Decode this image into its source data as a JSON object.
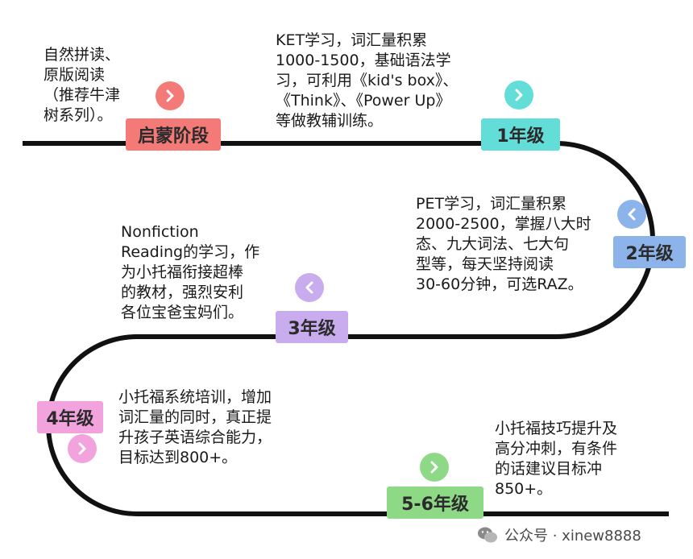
{
  "colors": {
    "line": "#111111",
    "stage_red": "#f47a78",
    "stage_cyan": "#63ddd8",
    "stage_blue": "#8db4ea",
    "stage_purple": "#c8acee",
    "stage_pink": "#f2a3de",
    "stage_green": "#8ed986"
  },
  "stages": [
    {
      "id": "qimeng",
      "label": "启蒙阶段",
      "color": "#f47a78",
      "arrow_icon": "chevron-right-icon",
      "description": "自然拼读、\n原版阅读\n（推荐牛津\n树系列）。"
    },
    {
      "id": "grade1",
      "label": "1年级",
      "color": "#63ddd8",
      "arrow_icon": "chevron-right-icon",
      "description": "KET学习，词汇量积累\n1000-1500，基础语法学\n习，可利用《kid's box》、\n《Think》、《Power Up》\n等做教辅训练。"
    },
    {
      "id": "grade2",
      "label": "2年级",
      "color": "#8db4ea",
      "arrow_icon": "chevron-left-icon",
      "description": "PET学习，词汇量积累\n2000-2500，掌握八大时\n态、九大词法、七大句\n型等，每天坚持阅读\n30-60分钟，可选RAZ。"
    },
    {
      "id": "grade3",
      "label": "3年级",
      "color": "#c8acee",
      "arrow_icon": "chevron-left-icon",
      "description": "Nonfiction\nReading的学习，作\n为小托福衔接超棒\n的教材，强烈安利\n各位宝爸宝妈们。"
    },
    {
      "id": "grade4",
      "label": "4年级",
      "color": "#f2a3de",
      "arrow_icon": "chevron-right-icon",
      "description": "小托福系统培训，增加\n词汇量的同时，真正提\n升孩子英语综合能力，\n目标达到800+。"
    },
    {
      "id": "grade56",
      "label": "5-6年级",
      "color": "#8ed986",
      "arrow_icon": "chevron-right-icon",
      "description": "小托福技巧提升及\n高分冲刺，有条件\n的话建议目标冲\n850+。"
    }
  ],
  "watermark": {
    "icon": "wechat-icon",
    "text": "公众号 · xinew8888"
  }
}
